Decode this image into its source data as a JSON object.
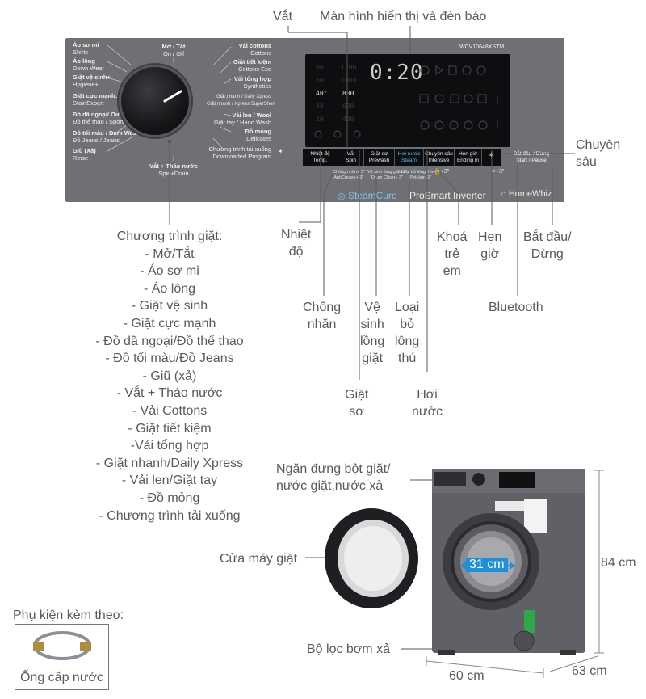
{
  "panel": {
    "model": "WCV10648XSTM",
    "left_programs": [
      {
        "vi": "Áo sơ mi",
        "en": "Shirts"
      },
      {
        "vi": "Áo lông",
        "en": "Down Wear"
      },
      {
        "vi": "Giặt vệ sinh+",
        "en": "Hygiene+"
      },
      {
        "vi": "Giặt cực mạnh",
        "en": "StainExpert"
      },
      {
        "vi": "Đồ dã ngoại/ Outdoor",
        "en": "Đồ thể thao / Sports"
      },
      {
        "vi": "Đồ tối màu / Dark Wash",
        "en": "Đồ Jeans / Jeans"
      },
      {
        "vi": "Giũ (Xả)",
        "en": "Rinse"
      }
    ],
    "top_program": {
      "vi": "Mở / Tắt",
      "en": "On / Off"
    },
    "bottom_program": {
      "vi": "Vắt + Tháo nước",
      "en": "Spin+Drain"
    },
    "right_programs": [
      {
        "vi": "Vải cottons",
        "en": "Cottons"
      },
      {
        "vi": "Giặt tiết kiệm",
        "en": "Cottons Eco"
      },
      {
        "vi": "Vải tổng hợp",
        "en": "Synthetics"
      },
      {
        "vi": "Giặt nhanh / Daily Xpress",
        "en": "Giặt nhanh / Xpress SuperShort"
      },
      {
        "vi": "Vải len / Wool",
        "en": "Giặt tay / Hand Wash"
      },
      {
        "vi": "Đồ mỏng",
        "en": "Delicates"
      },
      {
        "vi": "Chương trình tải xuống",
        "en": "Downloaded Program"
      }
    ],
    "display_left": [
      "90",
      "60",
      "40°",
      "30",
      "20"
    ],
    "display_mid": [
      "1200",
      "1000",
      "800",
      "600",
      "400"
    ],
    "display_time": "0:20",
    "buttons": [
      {
        "vi": "Nhiệt độ",
        "en": "Temp."
      },
      {
        "vi": "Vắt",
        "en": "Spin"
      },
      {
        "vi": "Giặt sơ",
        "en": "Prewash"
      },
      {
        "vi": "Hơi nước",
        "en": "Steam"
      },
      {
        "vi": "Chuyên sâu",
        "en": "Intensive"
      },
      {
        "vi": "Hẹn giờ",
        "en": "Ending in"
      },
      {
        "vi": "Bắt đầu / Dừng",
        "en": "Start / Pause"
      }
    ],
    "sub_labels": [
      {
        "vi": "Chống nhăn+ 3\"",
        "en": "AntiCrease+ 3\""
      },
      {
        "vi": "Vệ sinh lồng giặt+3\"",
        "en": "Drum Clean+ 3\""
      },
      {
        "vi": "Loại bỏ lông thú+3\"",
        "en": "PetHair+3\""
      }
    ],
    "lock_label": "+3\"",
    "bt_label": "+3\"",
    "brand_steamcure": "SteamCure",
    "brand_inverter": "ProSmart Inverter",
    "brand_homewhiz": "HomeWhiz"
  },
  "callouts": {
    "vat_top": "Vắt",
    "display": "Màn hình hiển thị và đèn báo",
    "chuyen_sau": "Chuyên\nsâu",
    "nhiet_do": "Nhiệt\nđộ",
    "khoa_tre_em": "Khoá\ntrẻ\nem",
    "hen_gio": "Hẹn\ngiờ",
    "bat_dau": "Bắt đầu/\nDừng",
    "chong_nhan": "Chống\nnhăn",
    "ve_sinh": "Vệ\nsinh\nlồng\ngiặt",
    "loai_bo": "Loại\nbỏ\nlông\nthú",
    "bluetooth": "Bluetooth",
    "giat_so": "Giặt\nsơ",
    "hoi_nuoc": "Hơi\nnước"
  },
  "program_list": {
    "title": "Chương trình giặt:",
    "items": [
      "- Mở/Tắt",
      "- Áo sơ mi",
      "- Áo lông",
      "- Giặt vệ sinh",
      "- Giặt cực mạnh",
      "- Đồ dã ngoại/Đồ thể thao",
      "- Đồ tối màu/Đồ Jeans",
      "- Giũ (xả)",
      "- Vắt + Tháo nước",
      "- Vải Cottons",
      "- Giặt tiết kiệm",
      "-Vải tổng hợp",
      "- Giặt nhanh/Daily Xpress",
      "- Vải len/Giặt tay",
      "- Đồ mỏng",
      "- Chương trình tải xuống"
    ]
  },
  "machine": {
    "detergent": "Ngăn đựng bột giặt/\nnước giặt,nước xả",
    "door": "Cửa máy giặt",
    "filter": "Bộ lọc bơm xả",
    "door_size": "31 cm",
    "height": "84 cm",
    "width": "60 cm",
    "depth": "63 cm"
  },
  "accessory": {
    "title": "Phụ kiện kèm theo:",
    "item": "Ống cấp nước"
  },
  "colors": {
    "panel": "#6e7073",
    "display": "#0d0e10",
    "machine": "#5f6166",
    "door_label": "#1e8fd8",
    "callout_text": "#5a5a5a"
  }
}
